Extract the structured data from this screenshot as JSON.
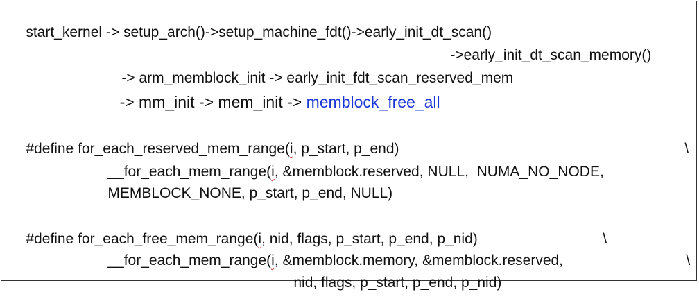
{
  "call_chain": {
    "line1": "start_kernel -> setup_arch()->setup_machine_fdt()->early_init_dt_scan()",
    "line2": "->early_init_dt_scan_memory()",
    "line3": "-> arm_memblock_init -> early_init_fdt_scan_reserved_mem",
    "line4_prefix": "-> mm_init -> mem_init -> ",
    "line4_highlight": "memblock_free_all"
  },
  "define_reserved": {
    "head_a": "#define for_each_reserved_mem_range(",
    "head_i": "i",
    "head_b": ", p_start, p_end)",
    "continuation": "\\",
    "body1_a": "__for_each_mem_range(",
    "body1_i": "i",
    "body1_b": ", &memblock.reserved, NULL,  NUMA_NO_NODE,",
    "body2": "MEMBLOCK_NONE, p_start, p_end, NULL)"
  },
  "define_free": {
    "head_a": "#define for_each_free_mem_range(",
    "head_i": "i",
    "head_b": ", nid, flags, p_start, p_end, p_nid)",
    "continuation": "\\",
    "body1_a": "__for_each_mem_range(",
    "body1_i": "i",
    "body1_b": ", &memblock.memory, &memblock.reserved,",
    "body1_continuation": "\\",
    "body2": "nid, flags, p_start, p_end, p_nid)"
  },
  "colors": {
    "highlight": "#1a35d8",
    "spellcheck": "#d03030",
    "border": "#333333"
  }
}
